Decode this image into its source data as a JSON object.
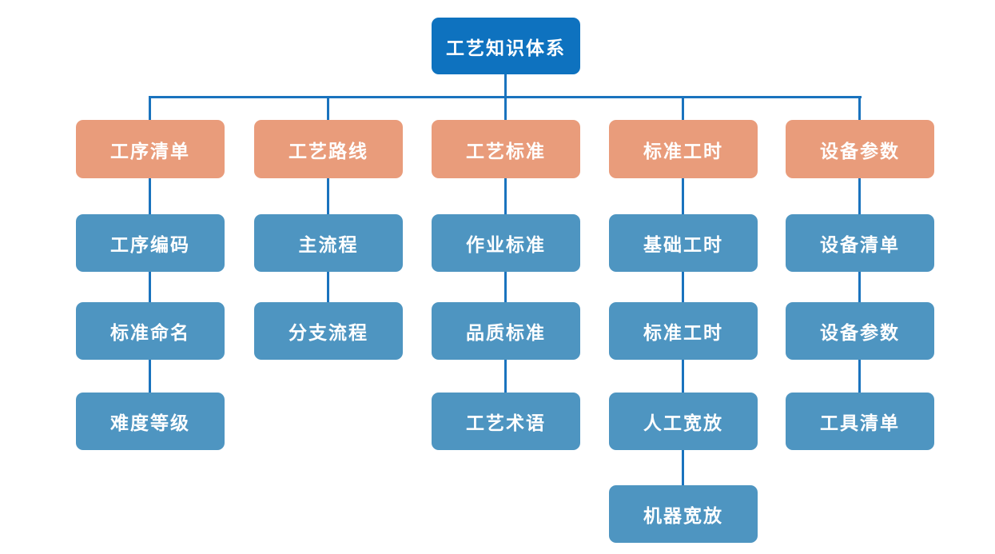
{
  "diagram": {
    "title": "工艺知识体系",
    "root": {
      "label": "工艺知识体系"
    },
    "branches": [
      {
        "label": "工序清单",
        "children": [
          {
            "label": "工序编码"
          },
          {
            "label": "标准命名"
          },
          {
            "label": "难度等级"
          }
        ]
      },
      {
        "label": "工艺路线",
        "children": [
          {
            "label": "主流程"
          },
          {
            "label": "分支流程"
          }
        ]
      },
      {
        "label": "工艺标准",
        "children": [
          {
            "label": "作业标准"
          },
          {
            "label": "品质标准"
          },
          {
            "label": "工艺术语"
          }
        ]
      },
      {
        "label": "标准工时",
        "children": [
          {
            "label": "基础工时"
          },
          {
            "label": "标准工时"
          },
          {
            "label": "人工宽放"
          },
          {
            "label": "机器宽放"
          }
        ]
      },
      {
        "label": "设备参数",
        "children": [
          {
            "label": "设备清单"
          },
          {
            "label": "设备参数"
          },
          {
            "label": "工具清单"
          }
        ]
      }
    ],
    "colors": {
      "background": "#ffffff",
      "root_bg": "#0e72bf",
      "branch_bg": "#e99c7b",
      "child_bg": "#4e95c1",
      "line": "#1a73be",
      "text": "#ffffff"
    }
  }
}
